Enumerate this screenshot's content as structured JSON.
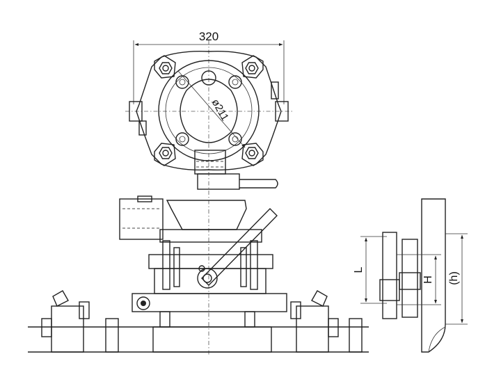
{
  "dimensions": {
    "width_label": "320",
    "diameter_label": "ø211",
    "l_label": "L",
    "h_label": "H",
    "h_total_label": "(h)"
  }
}
